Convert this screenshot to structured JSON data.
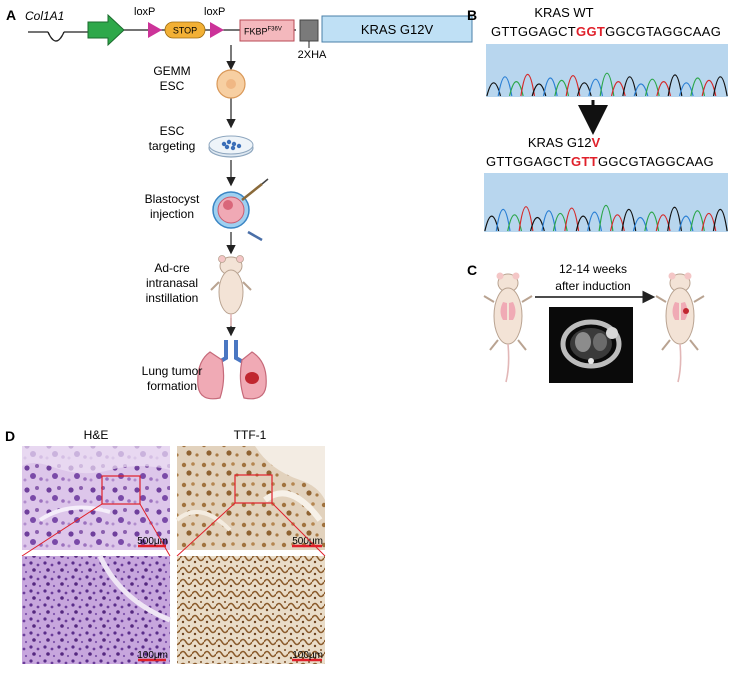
{
  "panels": {
    "a": {
      "letter": "A",
      "gene": "Col1A1",
      "loxp_left": "loxP",
      "loxp_right": "loxP",
      "stop": "STOP",
      "fkbp": "FKBP",
      "fkbp_sup": "F36V",
      "kras": "KRAS G12V",
      "tag": "2XHA",
      "steps": [
        {
          "lines": [
            "GEMM",
            "ESC"
          ]
        },
        {
          "lines": [
            "ESC",
            "targeting"
          ]
        },
        {
          "lines": [
            "Blastocyst",
            "injection"
          ]
        },
        {
          "lines": [
            "Ad-cre",
            "intranasal",
            "instillation"
          ]
        },
        {
          "lines": [
            "Lung tumor",
            "formation"
          ]
        }
      ]
    },
    "b": {
      "letter": "B",
      "wt_label": "KRAS WT",
      "wt_seq": {
        "pre": "GTTGGAGCT",
        "codon": "GGT",
        "post": "GGCGTAGGCAAG"
      },
      "mut_label_prefix": "KRAS G12",
      "mut_label_suffix": "V",
      "mut_seq": {
        "pre": "GTTGGAGCT",
        "codon": "GTT",
        "post": "GGCGTAGGCAAG"
      }
    },
    "c": {
      "letter": "C",
      "time_line1": "12-14 weeks",
      "time_line2": "after induction"
    },
    "d": {
      "letter": "D",
      "stain_left": "H&E",
      "stain_right": "TTF-1",
      "scale_low": "500μm",
      "scale_high": "100μm"
    }
  },
  "colors": {
    "accent_red": "#e0202a",
    "promoter_green": "#2ea84a",
    "loxp_magenta": "#cc3399",
    "stop_orange": "#f2b035",
    "fkbp_pink": "#f4b8bd",
    "kras_blue": "#bfe0f5",
    "chrom_bg": "#b8d6ee",
    "he_purple": "#8a5fae",
    "ttf_brown": "#a0723e"
  }
}
